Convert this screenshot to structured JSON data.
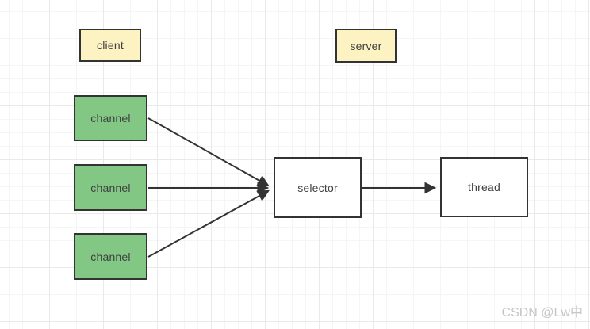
{
  "diagram": {
    "nodes": [
      {
        "id": "client",
        "label": "client",
        "role": "group-label",
        "fill": "#fcf2c2"
      },
      {
        "id": "server",
        "label": "server",
        "role": "group-label",
        "fill": "#fcf2c2"
      },
      {
        "id": "channel-1",
        "label": "channel",
        "role": "channel",
        "fill": "#82c784"
      },
      {
        "id": "channel-2",
        "label": "channel",
        "role": "channel",
        "fill": "#82c784"
      },
      {
        "id": "channel-3",
        "label": "channel",
        "role": "channel",
        "fill": "#82c784"
      },
      {
        "id": "selector",
        "label": "selector",
        "role": "process",
        "fill": "#ffffff"
      },
      {
        "id": "thread",
        "label": "thread",
        "role": "process",
        "fill": "#ffffff"
      }
    ],
    "edges": [
      {
        "from": "channel-1",
        "to": "selector"
      },
      {
        "from": "channel-2",
        "to": "selector"
      },
      {
        "from": "channel-3",
        "to": "selector"
      },
      {
        "from": "selector",
        "to": "thread"
      }
    ],
    "colors": {
      "border": "#333333",
      "arrow": "#333333",
      "grid_minor": "#f5f5f5",
      "grid_major": "#e9e9e9",
      "text": "#404040"
    }
  },
  "watermark": {
    "text": "CSDN @Lw中"
  }
}
